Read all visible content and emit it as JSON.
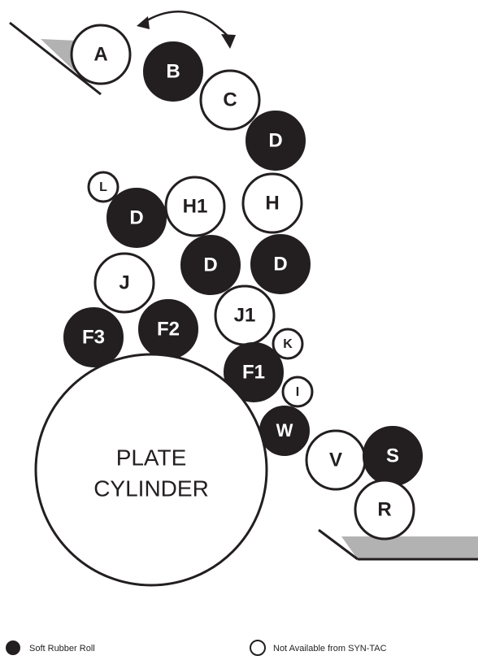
{
  "diagram": {
    "colors": {
      "soft": "#231f20",
      "hard_fill": "#ffffff",
      "stroke": "#231f20",
      "tray": "#b2b2b2"
    },
    "rolls": [
      {
        "id": "A",
        "label": "A",
        "type": "hard"
      },
      {
        "id": "B",
        "label": "B",
        "type": "soft"
      },
      {
        "id": "C",
        "label": "C",
        "type": "hard"
      },
      {
        "id": "D1",
        "label": "D",
        "type": "soft"
      },
      {
        "id": "H",
        "label": "H",
        "type": "hard"
      },
      {
        "id": "D2",
        "label": "D",
        "type": "soft"
      },
      {
        "id": "L",
        "label": "L",
        "type": "hard"
      },
      {
        "id": "D3",
        "label": "D",
        "type": "soft"
      },
      {
        "id": "H1",
        "label": "H1",
        "type": "hard"
      },
      {
        "id": "D4",
        "label": "D",
        "type": "soft"
      },
      {
        "id": "J",
        "label": "J",
        "type": "hard"
      },
      {
        "id": "J1",
        "label": "J1",
        "type": "hard"
      },
      {
        "id": "F3",
        "label": "F3",
        "type": "soft"
      },
      {
        "id": "F2",
        "label": "F2",
        "type": "soft"
      },
      {
        "id": "K",
        "label": "K",
        "type": "hard"
      },
      {
        "id": "F1",
        "label": "F1",
        "type": "soft"
      },
      {
        "id": "I",
        "label": "I",
        "type": "hard"
      },
      {
        "id": "W",
        "label": "W",
        "type": "soft"
      },
      {
        "id": "V",
        "label": "V",
        "type": "hard"
      },
      {
        "id": "S",
        "label": "S",
        "type": "soft"
      },
      {
        "id": "R",
        "label": "R",
        "type": "hard"
      }
    ],
    "plate_cylinder": {
      "line1": "PLATE",
      "line2": "CYLINDER"
    }
  },
  "legend": {
    "soft_label": "Soft Rubber Roll",
    "hard_label": "Not Available from SYN-TAC"
  }
}
